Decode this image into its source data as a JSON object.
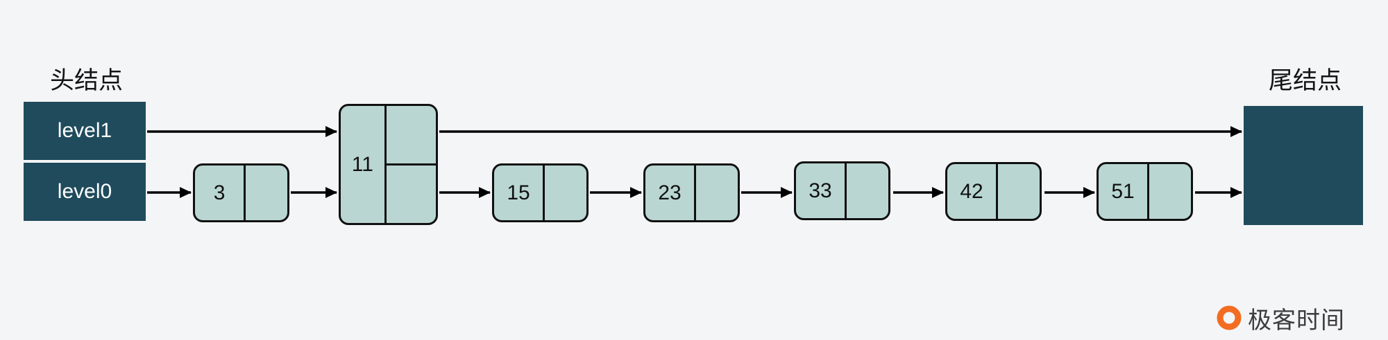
{
  "diagram": {
    "head_label": "头结点",
    "tail_label": "尾结点",
    "head_levels": [
      "level1",
      "level0"
    ],
    "nodes": [
      {
        "value": "3"
      },
      {
        "value": "11"
      },
      {
        "value": "15"
      },
      {
        "value": "23"
      },
      {
        "value": "33"
      },
      {
        "value": "42"
      },
      {
        "value": "51"
      }
    ]
  },
  "branding": {
    "name": "极客时间"
  },
  "colors": {
    "dark_node": "#1f4b5c",
    "node_fill": "#b9d6d2",
    "background": "#f4f5f6",
    "arrow": "#000000",
    "brand_orange": "#f26c21"
  }
}
